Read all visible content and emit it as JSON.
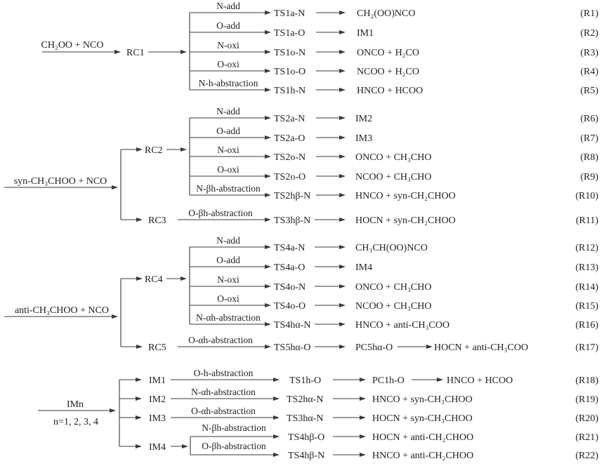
{
  "diagram": {
    "type": "reaction-pathway-scheme",
    "groups": [
      {
        "reactants": "CH₂OO + NCO",
        "complexes": [
          {
            "name": "RC1",
            "channels": [
              {
                "label": "N-add",
                "ts": "TS1a-N",
                "products": [
                  "CH₂(OO)NCO"
                ],
                "id": "(R1)"
              },
              {
                "label": "O-add",
                "ts": "TS1a-O",
                "products": [
                  "IM1"
                ],
                "id": "(R2)"
              },
              {
                "label": "N-oxi",
                "ts": "TS1o-N",
                "products": [
                  "ONCO + H₂CO"
                ],
                "id": "(R3)"
              },
              {
                "label": "O-oxi",
                "ts": "TS1o-O",
                "products": [
                  "NCOO + H₂CO"
                ],
                "id": "(R4)"
              },
              {
                "label": "N-h-abstraction",
                "ts": "TS1h-N",
                "products": [
                  "HNCO + HCOO"
                ],
                "id": "(R5)"
              }
            ]
          }
        ]
      },
      {
        "reactants": "syn-CH₃CHOO + NCO",
        "complexes": [
          {
            "name": "RC2",
            "channels": [
              {
                "label": "N-add",
                "ts": "TS2a-N",
                "products": [
                  "IM2"
                ],
                "id": "(R6)"
              },
              {
                "label": "O-add",
                "ts": "TS2a-O",
                "products": [
                  "IM3"
                ],
                "id": "(R7)"
              },
              {
                "label": "N-oxi",
                "ts": "TS2o-N",
                "products": [
                  "ONCO + CH₃CHO"
                ],
                "id": "(R8)"
              },
              {
                "label": "O-oxi",
                "ts": "TS2o-O",
                "products": [
                  "NCOO + CH₃CHO"
                ],
                "id": "(R9)"
              },
              {
                "label": "N-βh-abstraction",
                "ts": "TS2hβ-N",
                "products": [
                  "HNCO + syn-CH₂CHOO"
                ],
                "id": "(R10)"
              }
            ]
          },
          {
            "name": "RC3",
            "channels": [
              {
                "label": "O-βh-abstraction",
                "ts": "TS3hβ-N",
                "products": [
                  "HOCN + syn-CH₂CHOO"
                ],
                "id": "(R11)"
              }
            ]
          }
        ]
      },
      {
        "reactants": "anti-CH₃CHOO + NCO",
        "complexes": [
          {
            "name": "RC4",
            "channels": [
              {
                "label": "N-add",
                "ts": "TS4a-N",
                "products": [
                  "CH₃CH(OO)NCO"
                ],
                "id": "(R12)"
              },
              {
                "label": "O-add",
                "ts": "TS4a-O",
                "products": [
                  "IM4"
                ],
                "id": "(R13)"
              },
              {
                "label": "N-oxi",
                "ts": "TS4o-N",
                "products": [
                  "ONCO + CH₃CHO"
                ],
                "id": "(R14)"
              },
              {
                "label": "O-oxi",
                "ts": "TS4o-O",
                "products": [
                  "NCOO + CH₃CHO"
                ],
                "id": "(R15)"
              },
              {
                "label": "N-αh-abstraction",
                "ts": "TS4hα-N",
                "products": [
                  "HNCO + anti-CH₃COO"
                ],
                "id": "(R16)"
              }
            ]
          },
          {
            "name": "RC5",
            "channels": [
              {
                "label": "O-αh-abstraction",
                "ts": "TS5hα-O",
                "products": [
                  "PC5hα-O",
                  "HOCN + anti-CH₃COO"
                ],
                "id": "(R17)"
              }
            ]
          }
        ]
      },
      {
        "reactants": "IMn",
        "reactants_sub": "n=1, 2, 3, 4",
        "complexes": [
          {
            "name": "IM1",
            "channels": [
              {
                "label": "O-h-abstraction",
                "ts": "TS1h-O",
                "products": [
                  "PC1h-O",
                  "HNCO + HCOO"
                ],
                "id": "(R18)"
              }
            ]
          },
          {
            "name": "IM2",
            "channels": [
              {
                "label": "N-αh-abstraction",
                "ts": "TS2hα-N",
                "products": [
                  "HNCO + syn-CH₃CHOO"
                ],
                "id": "(R19)"
              }
            ]
          },
          {
            "name": "IM3",
            "channels": [
              {
                "label": "O-αh-abstraction",
                "ts": "TS3hα-N",
                "products": [
                  "HOCN + syn-CH₃CHOO"
                ],
                "id": "(R20)"
              }
            ]
          },
          {
            "name": "IM4",
            "channels": [
              {
                "label": "N-βh-abstraction",
                "ts": "TS4hβ-O",
                "products": [
                  "HOCN + anti-CH₂CHOO"
                ],
                "id": "(R21)"
              },
              {
                "label": "O-βh-abstraction",
                "ts": "TS4hβ-N",
                "products": [
                  "HNCO + anti-CH₂CHOO"
                ],
                "id": "(R22)"
              }
            ]
          }
        ]
      }
    ]
  }
}
